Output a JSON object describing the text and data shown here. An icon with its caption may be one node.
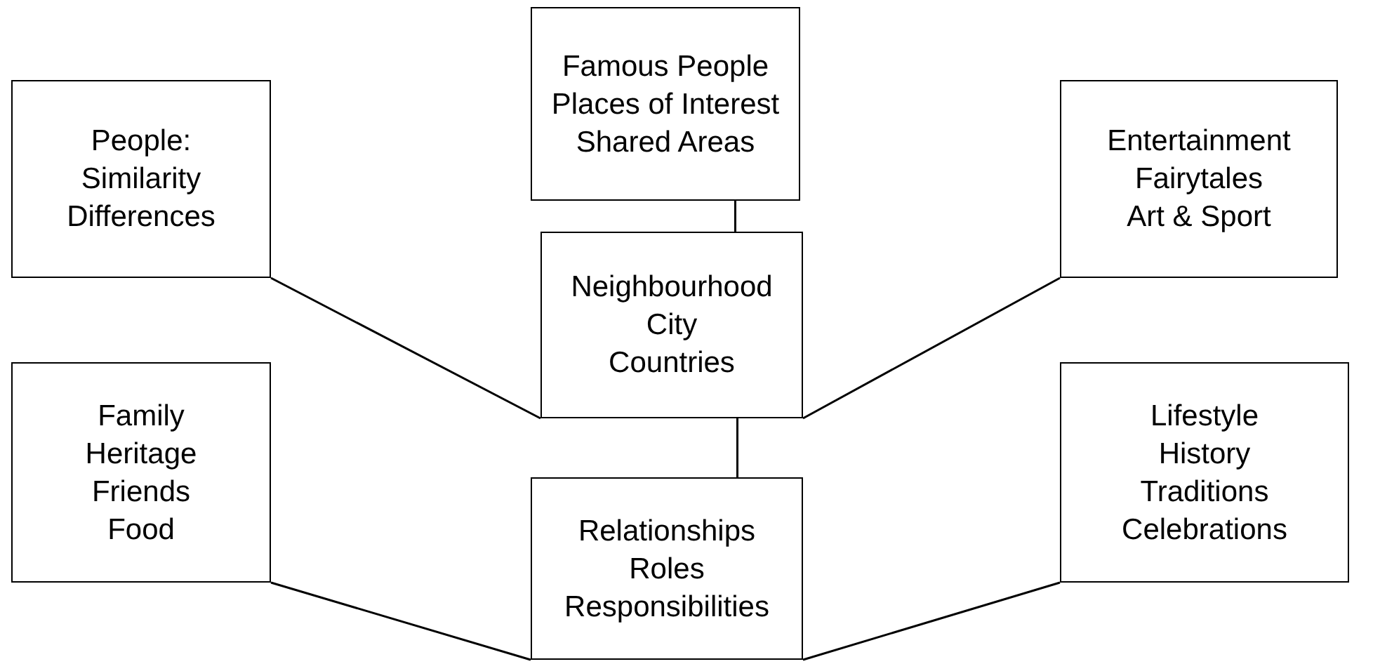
{
  "diagram": {
    "nodes": [
      {
        "text": [
          "Famous People",
          "Places of Interest",
          "Shared Areas"
        ]
      },
      {
        "text": [
          "People:",
          "Similarity",
          "Differences"
        ]
      },
      {
        "text": [
          "Entertainment",
          "Fairytales",
          "Art & Sport"
        ]
      },
      {
        "text": [
          "Neighbourhood",
          "City",
          "Countries"
        ]
      },
      {
        "text": [
          "Family",
          "Heritage",
          "Friends",
          "Food"
        ]
      },
      {
        "text": [
          "Relationships",
          "Roles",
          "Responsibilities"
        ]
      },
      {
        "text": [
          "Lifestyle",
          "History",
          "Traditions",
          "Celebrations"
        ]
      }
    ],
    "edges": [
      {
        "from": 0,
        "to": 3,
        "arrow": "none"
      },
      {
        "from": 1,
        "to": 3,
        "arrow": "none"
      },
      {
        "from": 2,
        "to": 3,
        "arrow": "none"
      },
      {
        "from": 3,
        "to": 5,
        "arrow": "none"
      },
      {
        "from": 4,
        "to": 5,
        "arrow": "none"
      },
      {
        "from": 6,
        "to": 5,
        "arrow": "none"
      }
    ]
  }
}
